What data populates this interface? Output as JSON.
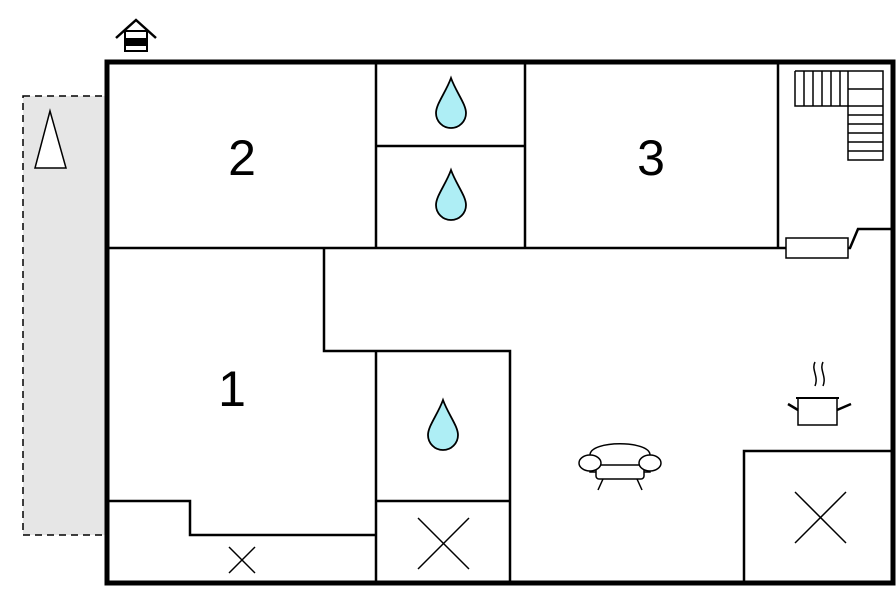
{
  "floorplan": {
    "rooms": [
      {
        "id": "bedroom-1",
        "label": "1"
      },
      {
        "id": "bedroom-2",
        "label": "2"
      },
      {
        "id": "bedroom-3",
        "label": "3"
      }
    ],
    "icons": {
      "entrance": "house-entrance-icon",
      "terrace": "terrace-parasol-icon",
      "bathroom": "water-drop-icon",
      "stairs": "staircase-icon",
      "kitchen": "cooking-pot-icon",
      "living": "sofa-icon",
      "unlabeled_room": "cross-mark-icon",
      "radiator": "radiator-icon"
    },
    "colors": {
      "wall": "#000000",
      "water": "#aeeef5",
      "terrace_fill": "#e6e6e6"
    }
  }
}
